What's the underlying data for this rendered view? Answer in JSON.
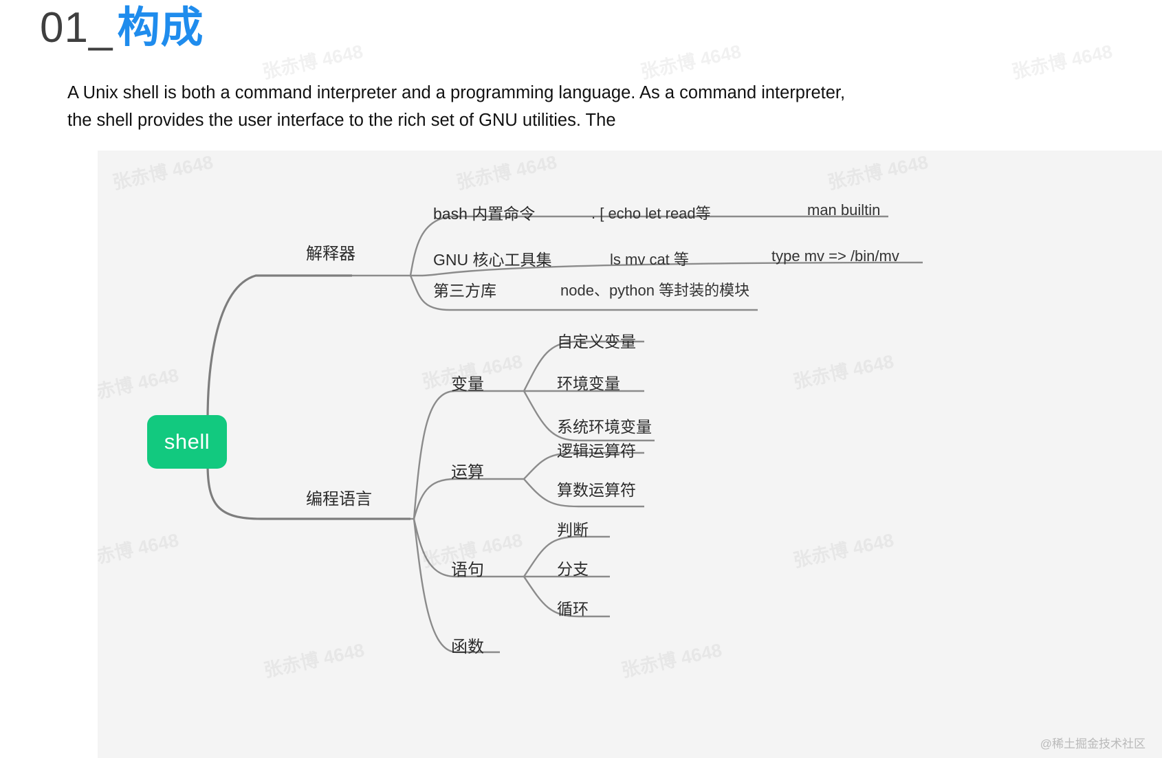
{
  "heading": {
    "number": "01_",
    "keyword": "构成"
  },
  "paragraph": "A Unix shell is both a command interpreter and a programming language. As a command interpreter, the shell provides the user interface to the rich set of GNU utilities. The",
  "mindmap": {
    "root": "shell",
    "branches": {
      "interpreter": {
        "label": "解释器",
        "children": [
          {
            "label": "bash 内置命令",
            "detail": ".  [  echo  let  read等",
            "extra": "man builtin"
          },
          {
            "label": "GNU 核心工具集",
            "detail": "ls   mv  cat 等",
            "extra": "type mv =>  /bin/mv"
          },
          {
            "label": "第三方库",
            "detail": "node、python 等封装的模块",
            "extra": ""
          }
        ]
      },
      "language": {
        "label": "编程语言",
        "groups": [
          {
            "label": "变量",
            "children": [
              "自定义变量",
              "环境变量",
              "系统环境变量"
            ]
          },
          {
            "label": "运算",
            "children": [
              "逻辑运算符",
              "算数运算符"
            ]
          },
          {
            "label": "语句",
            "children": [
              "判断",
              "分支",
              "循环"
            ]
          },
          {
            "label": "函数",
            "children": []
          }
        ]
      }
    },
    "root_color": "#12c97f",
    "accent_color": "#1f8ced",
    "canvas_color": "#f4f4f4",
    "line_color": "#8b8b8b"
  },
  "watermarks": [
    "张赤博 4648",
    "张赤博 4648",
    "张赤博 4648",
    "张赤博 4648",
    "张赤博 4648",
    "张赤博 4648",
    "张赤博 4648",
    "张赤博 4648",
    "张赤博 4648",
    "张赤博 4648",
    "张赤博 4648"
  ],
  "credit": "@稀土掘金技术社区"
}
